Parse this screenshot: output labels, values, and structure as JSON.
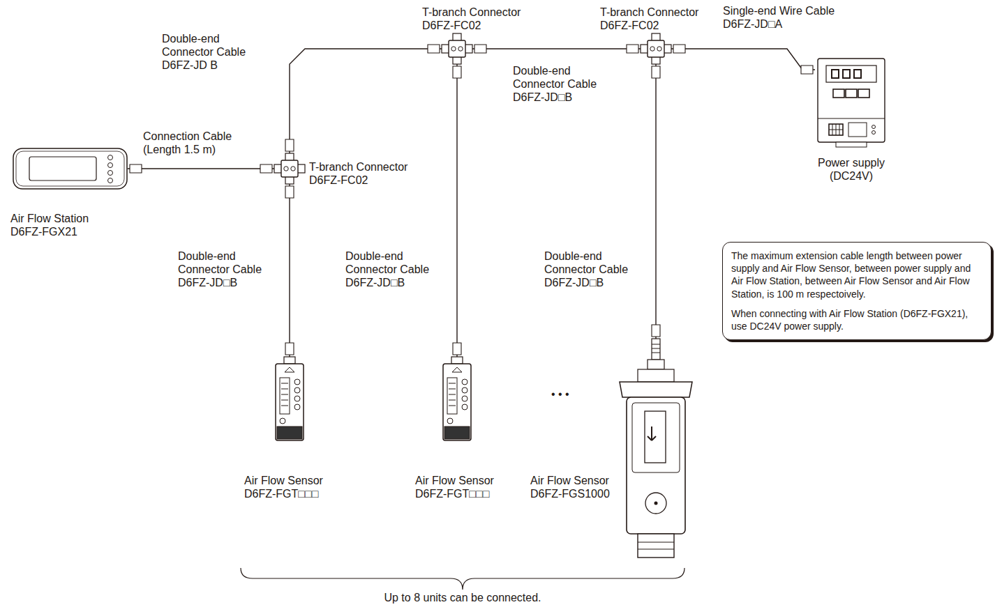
{
  "diagram": {
    "nodes": [
      {
        "text": [
          "Air Flow Station D6FZ-FGX21"
        ]
      },
      {
        "text": [
          "T-branch Connector D6FZ-FC02"
        ]
      },
      {
        "text": [
          "T-branch Connector D6FZ-FC02"
        ]
      },
      {
        "text": [
          "T-branch Connector D6FZ-FC02"
        ]
      },
      {
        "text": [
          "Power supply (DC24V)"
        ]
      },
      {
        "text": [
          "Air Flow Sensor D6FZ-FGT□□□"
        ]
      },
      {
        "text": [
          "Air Flow Sensor D6FZ-FGT□□□"
        ]
      },
      {
        "text": [
          "Air Flow Sensor D6FZ-FGS1000"
        ]
      },
      {
        "text": [
          "The maximum extension cable length between power supply and Air Flow Sensor, between power supply and Air Flow Station, between Air Flow Sensor and Air Flow Station, is 100 m respectoively.",
          "When connecting with Air Flow Station (D6FZ-FGX21), use DC24V power supply."
        ]
      }
    ],
    "edges": [
      {
        "from": 0,
        "to": 1,
        "arrow": "none",
        "label": "Connection Cable (Length 1.5 m)"
      },
      {
        "from": 1,
        "to": 2,
        "arrow": "none",
        "label": "Double-end Connector Cable D6FZ-JD B"
      },
      {
        "from": 2,
        "to": 3,
        "arrow": "none",
        "label": "Double-end Connector Cable D6FZ-JD□B"
      },
      {
        "from": 3,
        "to": 4,
        "arrow": "none",
        "label": "Single-end Wire Cable D6FZ-JD□A"
      },
      {
        "from": 1,
        "to": 5,
        "arrow": "none",
        "label": "Double-end Connector Cable D6FZ-JD□B"
      },
      {
        "from": 2,
        "to": 6,
        "arrow": "none",
        "label": "Double-end Connector Cable D6FZ-JD□B"
      },
      {
        "from": 3,
        "to": 7,
        "arrow": "none",
        "label": "Double-end Connector Cable D6FZ-JD□B"
      }
    ],
    "labels": [
      "• • •",
      "Up to 8 units can be connected."
    ]
  }
}
